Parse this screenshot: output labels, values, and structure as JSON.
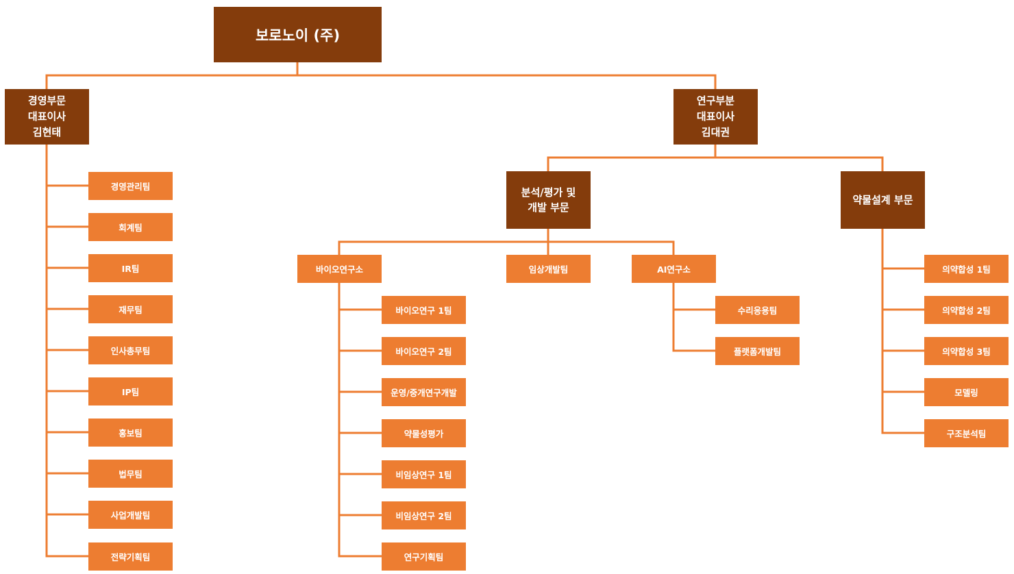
{
  "company": "보로노이 (주)",
  "divisions": {
    "management": {
      "title": "경영부문\n대표이사\n김현태",
      "teams": [
        "경영관리팀",
        "회계팀",
        "IR팀",
        "재무팀",
        "인사총무팀",
        "IP팀",
        "홍보팀",
        "법무팀",
        "사업개발팀",
        "전략기획팀"
      ]
    },
    "research": {
      "title": "연구부분\n대표이사\n김대권",
      "analysis": {
        "title": "분석/평가 및\n개발 부문",
        "bio_lab": {
          "title": "바이오연구소",
          "teams": [
            "바이오연구 1팀",
            "바이오연구 2팀",
            "운영/중개연구개발",
            "약물성평가",
            "비임상연구 1팀",
            "비임상연구 2팀",
            "연구기획팀"
          ]
        },
        "clinical": "임상개발팀",
        "ai_lab": {
          "title": "AI연구소",
          "teams": [
            "수리응용팀",
            "플랫폼개발팀"
          ]
        }
      },
      "drug_design": {
        "title": "약물설계 부문",
        "teams": [
          "의약합성 1팀",
          "의약합성 2팀",
          "의약합성 3팀",
          "모델링",
          "구조분석팀"
        ]
      }
    }
  },
  "colors": {
    "dark_box": "#843c0c",
    "light_box": "#ed7d31",
    "connector": "#ed7d31"
  }
}
